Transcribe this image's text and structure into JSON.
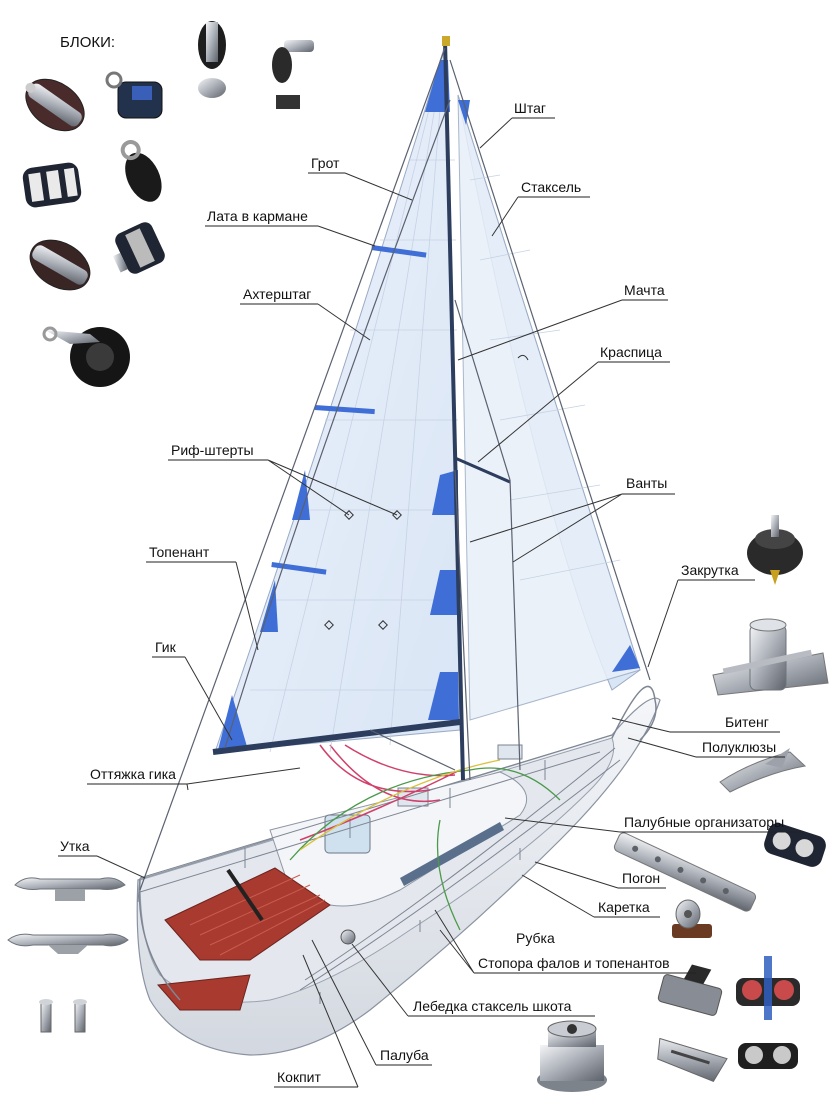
{
  "blocks_title": "БЛОКИ:",
  "labels": {
    "shtag": "Штаг",
    "grot": "Грот",
    "stаksel": "Стаксель",
    "lata": "Лата в кармане",
    "ahtershtag": "Ахтерштаг",
    "machta": "Мачта",
    "kraspica": "Краспица",
    "rif": "Риф-штерты",
    "vanty": "Ванты",
    "topenant": "Топенант",
    "zakrutka": "Закрутка",
    "gik": "Гик",
    "biteng": "Битенг",
    "poluklyuzy": "Полуклюзы",
    "ottyazhka": "Оттяжка гика",
    "organizatory": "Палубные организаторы",
    "utka": "Утка",
    "pogon": "Погон",
    "karetka": "Каретка",
    "rubka": "Рубка",
    "stopora": "Стопора фалов и топенантов",
    "lebedka": "Лебедка стаксель шкота",
    "paluba": "Палуба",
    "kokpit": "Кокпит"
  },
  "colors": {
    "sail": "#e6eef9",
    "sail_patch": "#3f6ed6",
    "cockpit_floor": "#a83a30",
    "hull": "#eef1f5",
    "line_red": "#d0406a",
    "line_green": "#4a9a4a",
    "line_yellow": "#d9c23a"
  },
  "icons": [
    "block-icon",
    "fairlead-icon",
    "cleat-icon",
    "winch-icon",
    "furler-icon",
    "bitt-icon",
    "track-icon",
    "car-icon",
    "stopper-icon"
  ]
}
